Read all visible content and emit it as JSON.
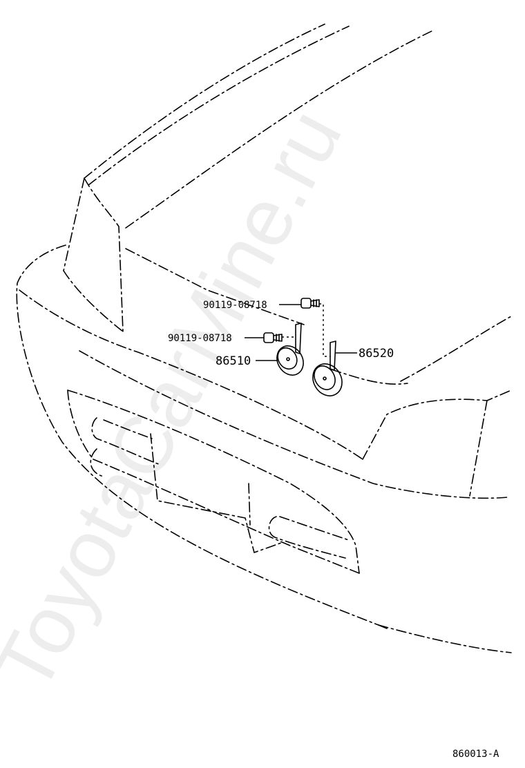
{
  "watermark": "ToyotaCarMine.ru",
  "callouts": {
    "bolt_upper": "90119-08718",
    "bolt_lower": "90119-08718",
    "horn_left": "86510",
    "horn_right": "86520"
  },
  "figure_code": "860013-A"
}
